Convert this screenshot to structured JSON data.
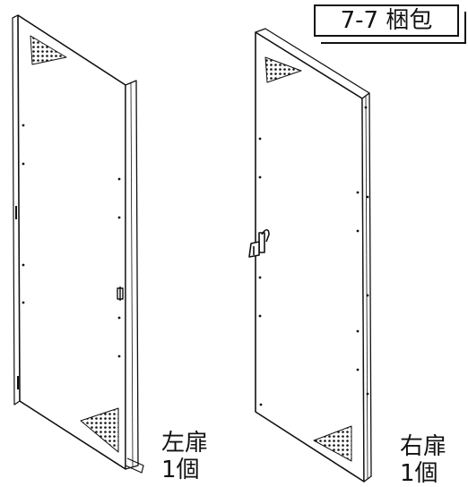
{
  "title": "7-7 梱包",
  "doors": [
    {
      "name": "左扉",
      "qty": "1個"
    },
    {
      "name": "右扉",
      "qty": "1個"
    }
  ],
  "colors": {
    "line": "#111111",
    "background": "#ffffff"
  }
}
